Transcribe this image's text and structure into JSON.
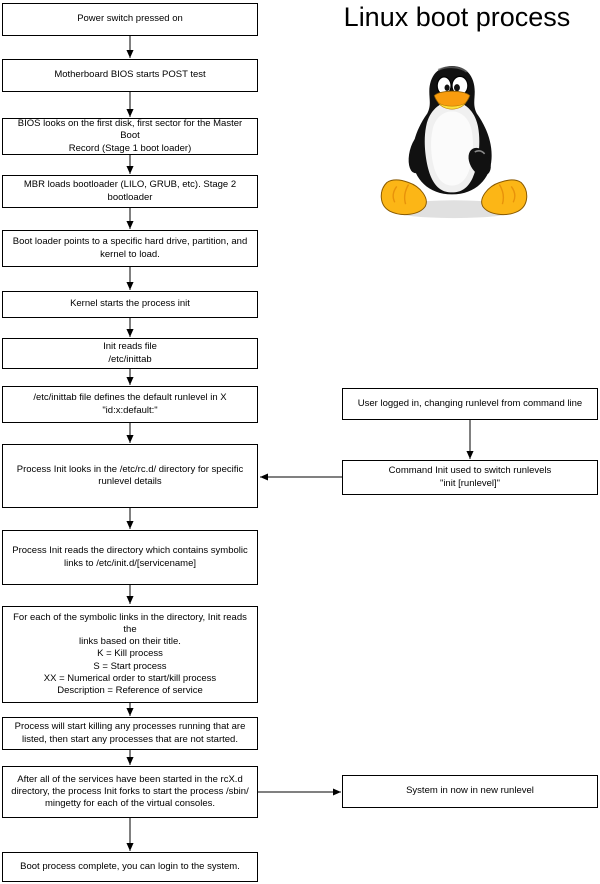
{
  "title": "Linux boot process",
  "colors": {
    "box_border": "#000000",
    "box_background": "#ffffff",
    "text": "#000000",
    "arrow": "#000000",
    "tux_body": "#111111",
    "tux_belly": "#f0f0f0",
    "tux_beak_top": "#f89c0e",
    "tux_beak_bottom": "#ffe23c",
    "tux_feet": "#fcb616",
    "tux_shadow": "#e0e0e0"
  },
  "flow": {
    "main": [
      {
        "label": "Power switch pressed on"
      },
      {
        "label": "Motherboard BIOS starts POST test"
      },
      {
        "label": "BIOS looks on the first disk, first sector for the Master Boot\nRecord (Stage 1 boot loader)"
      },
      {
        "label": "MBR loads bootloader (LILO, GRUB, etc). Stage 2\nbootloader"
      },
      {
        "label": "Boot loader points to a specific hard drive, partition, and\nkernel to load."
      },
      {
        "label": "Kernel starts the process init"
      },
      {
        "label": "Init reads file\n/etc/inittab"
      },
      {
        "label": "/etc/inittab file defines the default runlevel in X\n\"id:x:default:\""
      },
      {
        "label": "Process Init looks in the /etc/rc.d/ directory for specific\nrunlevel details"
      },
      {
        "label": "Process Init reads the directory which contains symbolic\nlinks to /etc/init.d/[servicename]"
      },
      {
        "label": "For each of the symbolic links in the directory, Init reads the\nlinks based on their title.\nK = Kill process\nS = Start process\nXX = Numerical order to start/kill process\nDescription = Reference of service"
      },
      {
        "label": "Process will start killing any processes running that are\nlisted, then start any processes that are not started."
      },
      {
        "label": "After all of the services have been started in the rcX.d\ndirectory, the process Init forks to start the process /sbin/\nmingetty for each of the virtual consoles."
      },
      {
        "label": "Boot process complete, you can login to the system."
      }
    ],
    "side": [
      {
        "label": "User logged in, changing runlevel from command line"
      },
      {
        "label": "Command Init used to switch runlevels\n\"init [runlevel]\""
      },
      {
        "label": "System in now in new runlevel"
      }
    ]
  }
}
